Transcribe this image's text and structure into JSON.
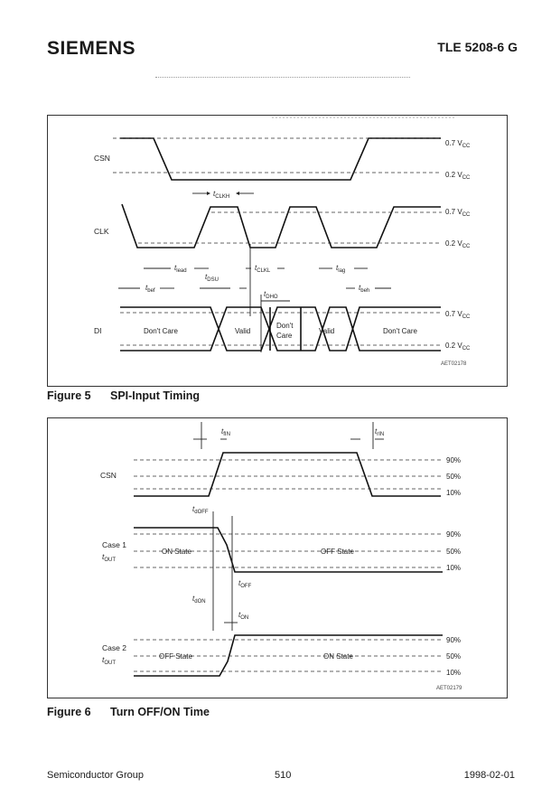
{
  "header": {
    "brand": "SIEMENS",
    "doc_id": "TLE 5208-6 G"
  },
  "figure5": {
    "caption_num": "Figure 5",
    "caption_title": "SPI-Input Timing",
    "signals": {
      "csn": "CSN",
      "clk": "CLK",
      "di": "DI"
    },
    "levels": {
      "high": "0.7 V",
      "low": "0.2 V",
      "sub": "CC"
    },
    "params": {
      "t": "t",
      "clkh": "CLKH",
      "lead": "lead",
      "lag": "lag",
      "clkl": "CLKL",
      "bef": "bef",
      "dsu": "DSU",
      "dho": "DHO",
      "beh": "beh"
    },
    "data_labels": [
      "Don't Care",
      "Valid",
      "Don't",
      "Care",
      "Valid",
      "Don't Care"
    ],
    "code": "AET02178"
  },
  "figure6": {
    "caption_num": "Figure 6",
    "caption_title": "Turn OFF/ON Time",
    "signals": {
      "csn": "CSN",
      "case1": "Case 1",
      "case2": "Case 2",
      "tout": "t",
      "out": "OUT"
    },
    "percents": [
      "90%",
      "50%",
      "10%"
    ],
    "params": {
      "t": "t",
      "fin": "fIN",
      "rin": "rIN",
      "doff": "dOFF",
      "off": "OFF",
      "don": "dON",
      "on": "ON"
    },
    "states": {
      "on_state": "ON State",
      "off_state": "OFF State"
    },
    "code": "AET02179"
  },
  "footer": {
    "left": "Semiconductor Group",
    "page": "510",
    "date": "1998-02-01"
  }
}
